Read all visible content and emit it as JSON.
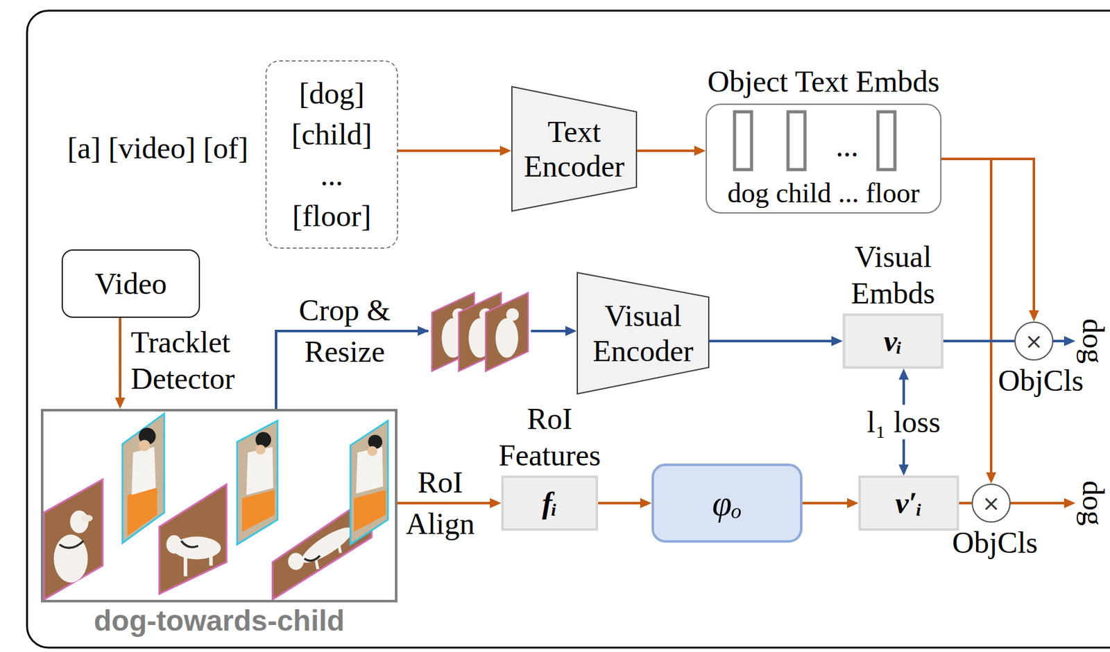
{
  "diagram": {
    "nodes": [
      {
        "text": [
          "[dog]",
          "[child]",
          "...",
          "[floor]"
        ]
      },
      {
        "text": [
          "Text Encoder"
        ]
      },
      {
        "text": [
          "Object Text Embds",
          "...",
          "dog child ... floor"
        ]
      },
      {
        "text": [
          "Video"
        ]
      },
      {
        "text": [
          "Visual Encoder"
        ]
      },
      {
        "text": [
          "Visual Embds",
          "vᵢ"
        ]
      },
      {
        "text": [
          "×",
          "ObjCls"
        ]
      },
      {
        "text": [
          "dog-towards-child"
        ]
      },
      {
        "text": [
          "RoI Features",
          "fᵢ"
        ]
      },
      {
        "text": [
          "φₒ"
        ]
      },
      {
        "text": [
          "v′ᵢ"
        ]
      },
      {
        "text": [
          "×",
          "ObjCls"
        ]
      }
    ],
    "edges": [
      {
        "from": 0,
        "to": 1,
        "arrow": "to"
      },
      {
        "from": 1,
        "to": 2,
        "arrow": "to"
      },
      {
        "from": 2,
        "to": 6,
        "arrow": "to"
      },
      {
        "from": 2,
        "to": 11,
        "arrow": "to"
      },
      {
        "from": 3,
        "to": 7,
        "label": "Tracklet Detector",
        "arrow": "to"
      },
      {
        "from": 7,
        "to": 4,
        "label": "Crop & Resize",
        "arrow": "to"
      },
      {
        "from": 4,
        "to": 5,
        "arrow": "to"
      },
      {
        "from": 5,
        "to": 6,
        "arrow": "none"
      },
      {
        "from": 7,
        "to": 8,
        "label": "RoI Align",
        "arrow": "to"
      },
      {
        "from": 8,
        "to": 9,
        "arrow": "to"
      },
      {
        "from": 9,
        "to": 10,
        "arrow": "to"
      },
      {
        "from": 10,
        "to": 11,
        "arrow": "none"
      },
      {
        "from": 5,
        "to": 10,
        "label": "l₁ loss",
        "arrow": "both"
      }
    ],
    "labels": [
      "[a] [video] [of]",
      "dog",
      "dog"
    ]
  }
}
